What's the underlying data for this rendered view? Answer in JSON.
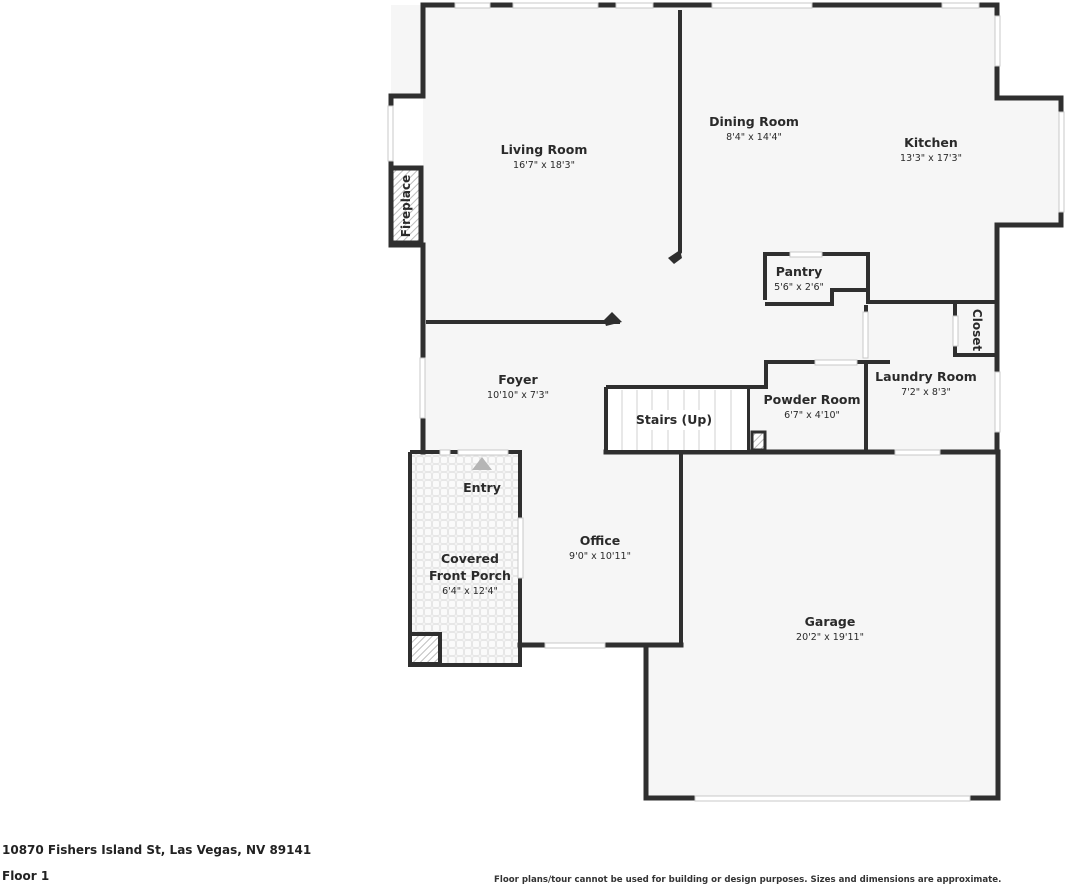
{
  "floorplan": {
    "rooms": [
      {
        "name": "Living Room",
        "dims": "16'7\" x 18'3\""
      },
      {
        "name": "Dining Room",
        "dims": "8'4\" x 14'4\""
      },
      {
        "name": "Kitchen",
        "dims": "13'3\" x 17'3\""
      },
      {
        "name": "Pantry",
        "dims": "5'6\" x 2'6\""
      },
      {
        "name": "Foyer",
        "dims": "10'10\" x 7'3\""
      },
      {
        "name": "Powder Room",
        "dims": "6'7\" x 4'10\""
      },
      {
        "name": "Laundry Room",
        "dims": "7'2\" x 8'3\""
      },
      {
        "name": "Office",
        "dims": "9'0\" x 10'11\""
      },
      {
        "name": "Covered Front Porch",
        "name_line1": "Covered",
        "name_line2": "Front Porch",
        "dims": "6'4\" x 12'4\""
      },
      {
        "name": "Garage",
        "dims": "20'2\" x 19'11\""
      }
    ],
    "labels": {
      "fireplace": "Fireplace",
      "closet": "Closet",
      "stairs": "Stairs (Up)",
      "entry": "Entry"
    },
    "colors": {
      "wall": "#2f2f2f",
      "floor": "#f6f6f6",
      "entry_arrow": "#b5b5b5"
    }
  },
  "footer": {
    "address": "10870 Fishers Island St, Las Vegas, NV 89141",
    "floor": "Floor 1",
    "disclaimer": "Floor plans/tour cannot be used for building or design purposes. Sizes and dimensions are approximate."
  }
}
